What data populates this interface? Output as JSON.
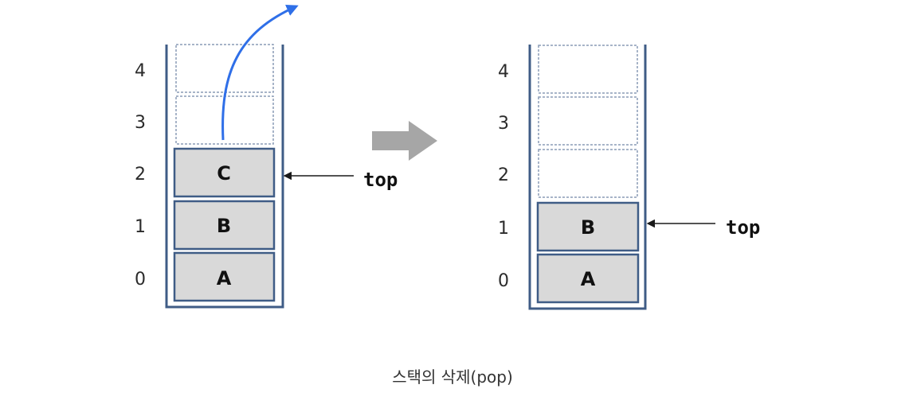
{
  "colors": {
    "stack_wall": "#3f5c86",
    "filled_cell": "#d9d9d9",
    "filled_border": "#3f5c86",
    "empty_border": "#8a9bb5",
    "transition_arrow": "#a6a6a6",
    "pop_arrow": "#2f6fe8",
    "pointer_arrow": "#1a1a1a"
  },
  "before": {
    "indices": [
      "0",
      "1",
      "2",
      "3",
      "4"
    ],
    "cells": [
      "A",
      "B",
      "C",
      "",
      ""
    ],
    "top_index": 2,
    "top_label": "top",
    "popped_cell": "C"
  },
  "after": {
    "indices": [
      "0",
      "1",
      "2",
      "3",
      "4"
    ],
    "cells": [
      "A",
      "B",
      "",
      "",
      ""
    ],
    "top_index": 1,
    "top_label": "top"
  },
  "transition_icon": "right-arrow-icon",
  "pop_icon": "curved-up-arrow-icon",
  "caption": "스택의 삭제(pop)"
}
